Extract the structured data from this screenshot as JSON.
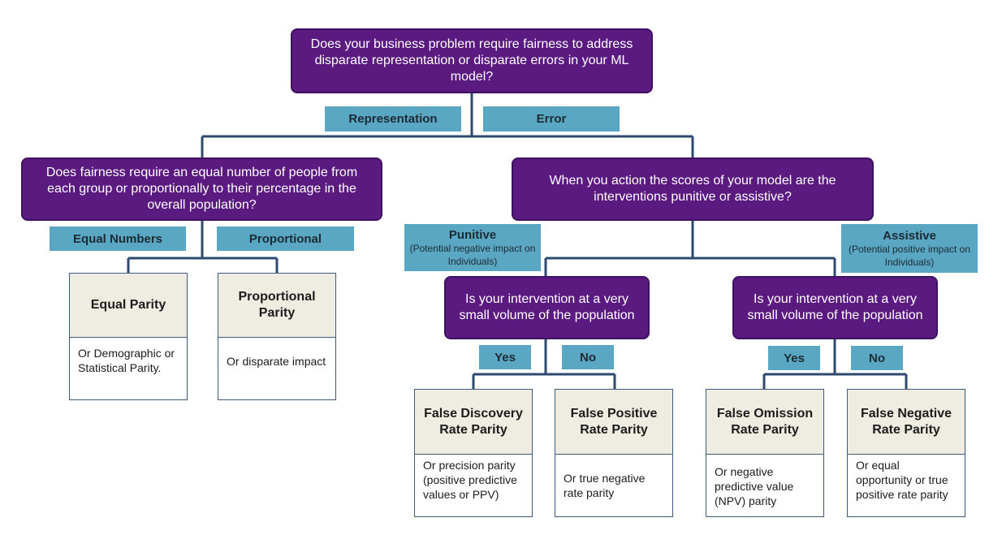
{
  "questions": {
    "root": "Does your business problem require fairness to address disparate representation or disparate errors in your ML model?",
    "representation": "Does fairness require an equal number of people from each group or proportionally to their percentage in the overall population?",
    "error": "When you action the scores of your model are the interventions punitive or assistive?",
    "punitive_volume": "Is your intervention at a very small volume of the population",
    "assistive_volume": "Is your intervention at a very small volume of the population"
  },
  "tags": {
    "representation": "Representation",
    "error": "Error",
    "equal_numbers": "Equal Numbers",
    "proportional": "Proportional",
    "punitive": "Punitive",
    "punitive_note": "(Potential negative impact on Individuals)",
    "assistive": "Assistive",
    "assistive_note": "(Potential positive impact on Individuals)",
    "yes_left": "Yes",
    "no_left": "No",
    "yes_right": "Yes",
    "no_right": "No"
  },
  "leaves": {
    "equal_parity": {
      "title": "Equal Parity",
      "desc": "Or Demographic or Statistical Parity."
    },
    "proportional_parity": {
      "title": "Proportional Parity",
      "desc": "Or disparate impact"
    },
    "false_discovery": {
      "title": "False Discovery Rate Parity",
      "desc": "Or precision parity (positive predictive values or PPV)"
    },
    "false_positive": {
      "title": "False Positive Rate Parity",
      "desc": "Or true negative rate parity"
    },
    "false_omission": {
      "title": "False Omission Rate Parity",
      "desc": "Or negative predictive value (NPV) parity"
    },
    "false_negative": {
      "title": "False Negative Rate Parity",
      "desc": "Or equal opportunity or true positive rate parity"
    }
  },
  "colors": {
    "question_fill": "#5a1a80",
    "tag_fill": "#5aa7c3",
    "connector": "#2e4a6e",
    "leaf_header": "#efece2"
  }
}
